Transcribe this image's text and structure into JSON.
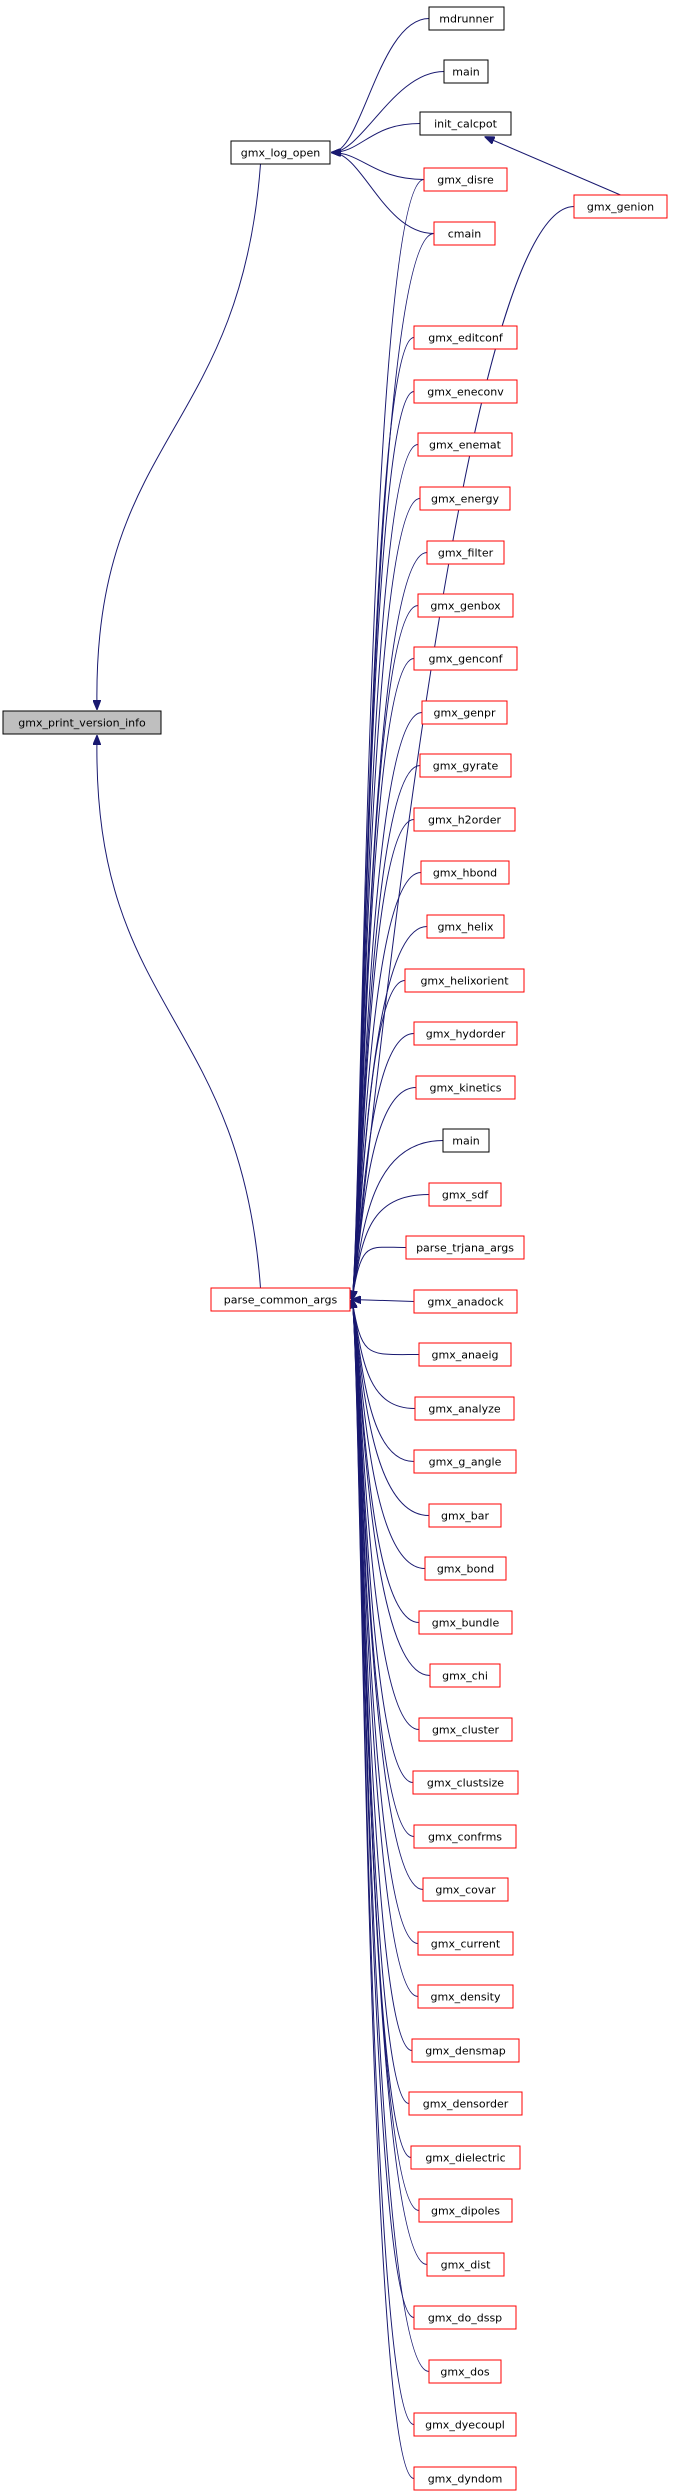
{
  "colors": {
    "focus_fill": "#bfbfbf",
    "linked_border": "#000000",
    "truncated_border": "#ff0000",
    "edge": "#191970"
  },
  "nodes": {
    "gmx_print_version_info": {
      "label": "gmx_print_version_info",
      "style": "focus"
    },
    "gmx_log_open": {
      "label": "gmx_log_open",
      "style": "linked"
    },
    "parse_common_args": {
      "label": "parse_common_args",
      "style": "truncated"
    },
    "init_calcpot": {
      "label": "init_calcpot",
      "style": "linked"
    },
    "mdrunner": {
      "label": "mdrunner",
      "style": "linked"
    },
    "main_a": {
      "label": "main",
      "style": "linked"
    },
    "gmx_disre": {
      "label": "gmx_disre",
      "style": "truncated"
    },
    "cmain": {
      "label": "cmain",
      "style": "truncated"
    },
    "gmx_genion": {
      "label": "gmx_genion",
      "style": "truncated"
    },
    "gmx_editconf": {
      "label": "gmx_editconf",
      "style": "truncated"
    },
    "gmx_eneconv": {
      "label": "gmx_eneconv",
      "style": "truncated"
    },
    "gmx_enemat": {
      "label": "gmx_enemat",
      "style": "truncated"
    },
    "gmx_energy": {
      "label": "gmx_energy",
      "style": "truncated"
    },
    "gmx_filter": {
      "label": "gmx_filter",
      "style": "truncated"
    },
    "gmx_genbox": {
      "label": "gmx_genbox",
      "style": "truncated"
    },
    "gmx_genconf": {
      "label": "gmx_genconf",
      "style": "truncated"
    },
    "gmx_genpr": {
      "label": "gmx_genpr",
      "style": "truncated"
    },
    "gmx_gyrate": {
      "label": "gmx_gyrate",
      "style": "truncated"
    },
    "gmx_h2order": {
      "label": "gmx_h2order",
      "style": "truncated"
    },
    "gmx_hbond": {
      "label": "gmx_hbond",
      "style": "truncated"
    },
    "gmx_helix": {
      "label": "gmx_helix",
      "style": "truncated"
    },
    "gmx_helixorient": {
      "label": "gmx_helixorient",
      "style": "truncated"
    },
    "gmx_hydorder": {
      "label": "gmx_hydorder",
      "style": "truncated"
    },
    "gmx_kinetics": {
      "label": "gmx_kinetics",
      "style": "truncated"
    },
    "main_b": {
      "label": "main",
      "style": "linked"
    },
    "gmx_sdf": {
      "label": "gmx_sdf",
      "style": "truncated"
    },
    "parse_trjana_args": {
      "label": "parse_trjana_args",
      "style": "truncated"
    },
    "gmx_anadock": {
      "label": "gmx_anadock",
      "style": "truncated"
    },
    "gmx_anaeig": {
      "label": "gmx_anaeig",
      "style": "truncated"
    },
    "gmx_analyze": {
      "label": "gmx_analyze",
      "style": "truncated"
    },
    "gmx_g_angle": {
      "label": "gmx_g_angle",
      "style": "truncated"
    },
    "gmx_bar": {
      "label": "gmx_bar",
      "style": "truncated"
    },
    "gmx_bond": {
      "label": "gmx_bond",
      "style": "truncated"
    },
    "gmx_bundle": {
      "label": "gmx_bundle",
      "style": "truncated"
    },
    "gmx_chi": {
      "label": "gmx_chi",
      "style": "truncated"
    },
    "gmx_cluster": {
      "label": "gmx_cluster",
      "style": "truncated"
    },
    "gmx_clustsize": {
      "label": "gmx_clustsize",
      "style": "truncated"
    },
    "gmx_confrms": {
      "label": "gmx_confrms",
      "style": "truncated"
    },
    "gmx_covar": {
      "label": "gmx_covar",
      "style": "truncated"
    },
    "gmx_current": {
      "label": "gmx_current",
      "style": "truncated"
    },
    "gmx_density": {
      "label": "gmx_density",
      "style": "truncated"
    },
    "gmx_densmap": {
      "label": "gmx_densmap",
      "style": "truncated"
    },
    "gmx_densorder": {
      "label": "gmx_densorder",
      "style": "truncated"
    },
    "gmx_dielectric": {
      "label": "gmx_dielectric",
      "style": "truncated"
    },
    "gmx_dipoles": {
      "label": "gmx_dipoles",
      "style": "truncated"
    },
    "gmx_dist": {
      "label": "gmx_dist",
      "style": "truncated"
    },
    "gmx_do_dssp": {
      "label": "gmx_do_dssp",
      "style": "truncated"
    },
    "gmx_dos": {
      "label": "gmx_dos",
      "style": "truncated"
    },
    "gmx_dyecoupl": {
      "label": "gmx_dyecoupl",
      "style": "truncated"
    },
    "gmx_dyndom": {
      "label": "gmx_dyndom",
      "style": "truncated"
    }
  },
  "edges": [
    [
      "gmx_log_open",
      "gmx_print_version_info"
    ],
    [
      "parse_common_args",
      "gmx_print_version_info"
    ],
    [
      "mdrunner",
      "gmx_log_open"
    ],
    [
      "main_a",
      "gmx_log_open"
    ],
    [
      "init_calcpot",
      "gmx_log_open"
    ],
    [
      "gmx_disre",
      "gmx_log_open"
    ],
    [
      "cmain",
      "gmx_log_open"
    ],
    [
      "gmx_genion",
      "init_calcpot"
    ],
    [
      "gmx_disre",
      "parse_common_args"
    ],
    [
      "cmain",
      "parse_common_args"
    ],
    [
      "gmx_genion",
      "parse_common_args"
    ],
    [
      "gmx_editconf",
      "parse_common_args"
    ],
    [
      "gmx_eneconv",
      "parse_common_args"
    ],
    [
      "gmx_enemat",
      "parse_common_args"
    ],
    [
      "gmx_energy",
      "parse_common_args"
    ],
    [
      "gmx_filter",
      "parse_common_args"
    ],
    [
      "gmx_genbox",
      "parse_common_args"
    ],
    [
      "gmx_genconf",
      "parse_common_args"
    ],
    [
      "gmx_genpr",
      "parse_common_args"
    ],
    [
      "gmx_gyrate",
      "parse_common_args"
    ],
    [
      "gmx_h2order",
      "parse_common_args"
    ],
    [
      "gmx_hbond",
      "parse_common_args"
    ],
    [
      "gmx_helix",
      "parse_common_args"
    ],
    [
      "gmx_helixorient",
      "parse_common_args"
    ],
    [
      "gmx_hydorder",
      "parse_common_args"
    ],
    [
      "gmx_kinetics",
      "parse_common_args"
    ],
    [
      "main_b",
      "parse_common_args"
    ],
    [
      "gmx_sdf",
      "parse_common_args"
    ],
    [
      "parse_trjana_args",
      "parse_common_args"
    ],
    [
      "gmx_anadock",
      "parse_common_args"
    ],
    [
      "gmx_anaeig",
      "parse_common_args"
    ],
    [
      "gmx_analyze",
      "parse_common_args"
    ],
    [
      "gmx_g_angle",
      "parse_common_args"
    ],
    [
      "gmx_bar",
      "parse_common_args"
    ],
    [
      "gmx_bond",
      "parse_common_args"
    ],
    [
      "gmx_bundle",
      "parse_common_args"
    ],
    [
      "gmx_chi",
      "parse_common_args"
    ],
    [
      "gmx_cluster",
      "parse_common_args"
    ],
    [
      "gmx_clustsize",
      "parse_common_args"
    ],
    [
      "gmx_confrms",
      "parse_common_args"
    ],
    [
      "gmx_covar",
      "parse_common_args"
    ],
    [
      "gmx_current",
      "parse_common_args"
    ],
    [
      "gmx_density",
      "parse_common_args"
    ],
    [
      "gmx_densmap",
      "parse_common_args"
    ],
    [
      "gmx_densorder",
      "parse_common_args"
    ],
    [
      "gmx_dielectric",
      "parse_common_args"
    ],
    [
      "gmx_dipoles",
      "parse_common_args"
    ],
    [
      "gmx_dist",
      "parse_common_args"
    ],
    [
      "gmx_do_dssp",
      "parse_common_args"
    ],
    [
      "gmx_dos",
      "parse_common_args"
    ],
    [
      "gmx_dyecoupl",
      "parse_common_args"
    ],
    [
      "gmx_dyndom",
      "parse_common_args"
    ]
  ]
}
